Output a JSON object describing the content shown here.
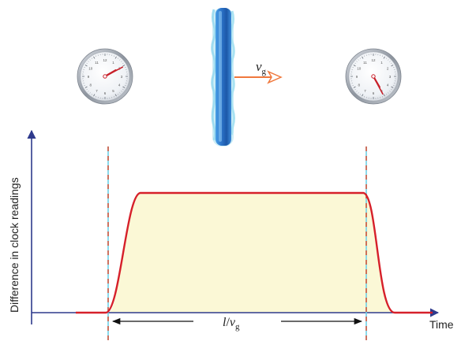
{
  "labels": {
    "y_axis": "Difference in clock readings",
    "x_axis": "Time",
    "velocity_symbol": "v",
    "velocity_subscript": "g",
    "duration_numerator": "l",
    "duration_slash": "/",
    "duration_symbol": "v",
    "duration_subscript": "g"
  },
  "clock_faces": {
    "numerals": [
      "12",
      "1",
      "2",
      "3",
      "4",
      "5",
      "6",
      "7",
      "8",
      "9",
      "10",
      "11"
    ]
  },
  "colors": {
    "axis": "#2e3a8c",
    "curve": "#d6202a",
    "fill": "#fbf8d6",
    "dash_red": "#c0503a",
    "dash_cyan": "#6fd0e6",
    "wave_blue": "#2b6fc4",
    "arrow_orange": "#f0783c",
    "clock_hand": "#c8202a"
  }
}
